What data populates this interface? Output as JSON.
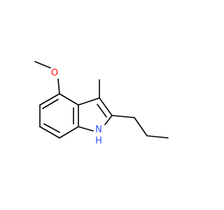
{
  "molecule": {
    "atoms": {
      "oxygen": {
        "label": "O",
        "color": "#ff0d0d"
      },
      "nitrogen": {
        "label": "N",
        "color": "#3050f8"
      },
      "nitrogen_hydrogen": {
        "label": "H",
        "color": "#3050f8"
      }
    },
    "bond_color": "#000000",
    "background": "#ffffff"
  }
}
